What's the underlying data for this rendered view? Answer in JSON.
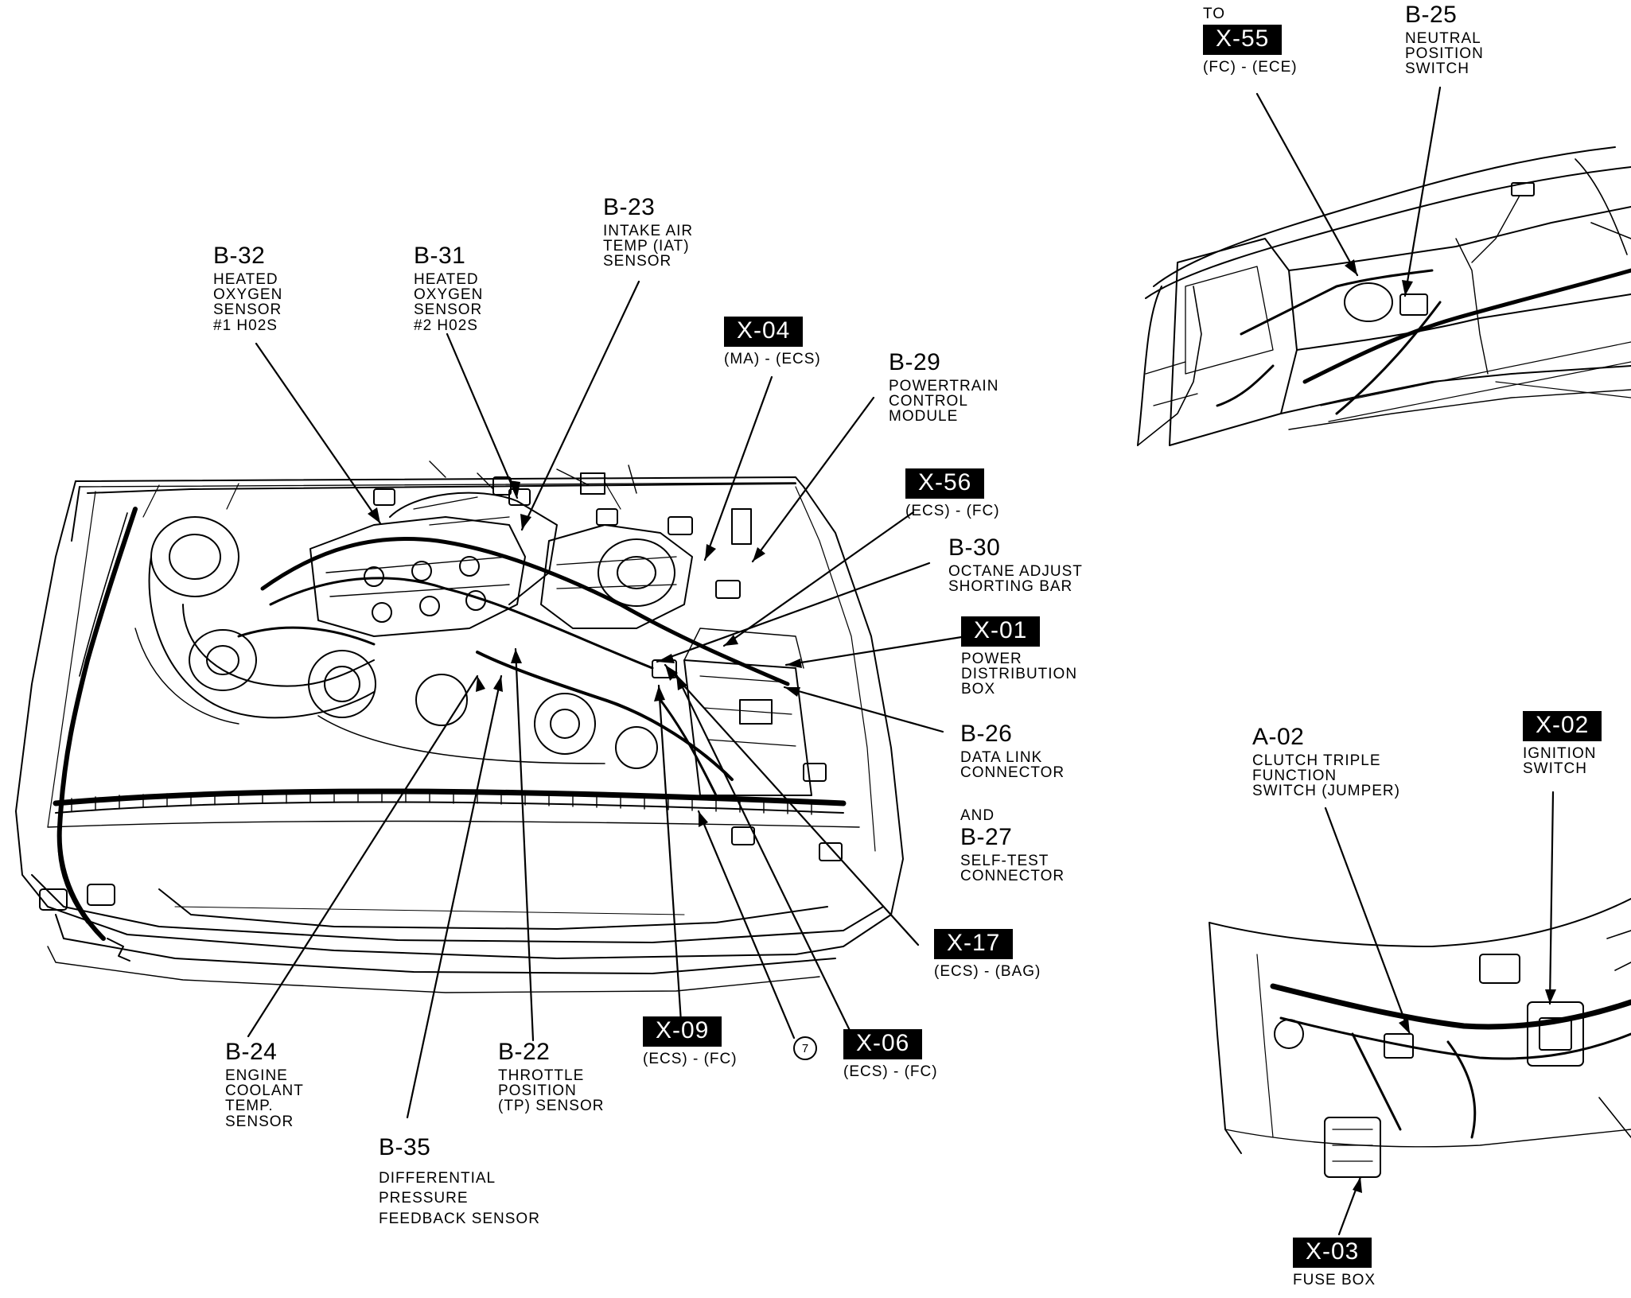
{
  "labels": {
    "b32": {
      "code": "B-32",
      "lines": [
        "HEATED",
        "OXYGEN",
        "SENSOR",
        "#1 H02S"
      ]
    },
    "b31": {
      "code": "B-31",
      "lines": [
        "HEATED",
        "OXYGEN",
        "SENSOR",
        "#2 H02S"
      ]
    },
    "b23": {
      "code": "B-23",
      "lines": [
        "INTAKE AIR",
        "TEMP (IAT)",
        "SENSOR"
      ]
    },
    "x04": {
      "code": "X-04",
      "sub": "(MA) - (ECS)"
    },
    "b29": {
      "code": "B-29",
      "lines": [
        "POWERTRAIN",
        "CONTROL",
        "MODULE"
      ]
    },
    "x56": {
      "code": "X-56",
      "sub": "(ECS) - (FC)"
    },
    "b30": {
      "code": "B-30",
      "lines": [
        "OCTANE ADJUST",
        "SHORTING BAR"
      ]
    },
    "x01": {
      "code": "X-01",
      "lines": [
        "POWER",
        "DISTRIBUTION",
        "BOX"
      ]
    },
    "b26": {
      "code": "B-26",
      "lines": [
        "DATA LINK",
        "CONNECTOR"
      ]
    },
    "and_text": "AND",
    "b27": {
      "code": "B-27",
      "lines": [
        "SELF-TEST",
        "CONNECTOR"
      ]
    },
    "x17": {
      "code": "X-17",
      "sub": "(ECS) - (BAG)"
    },
    "x06": {
      "code": "X-06",
      "sub": "(ECS) - (FC)"
    },
    "x09": {
      "code": "X-09",
      "sub": "(ECS) - (FC)"
    },
    "ground_ref": "7",
    "b22": {
      "code": "B-22",
      "lines": [
        "THROTTLE",
        "POSITION",
        "(TP) SENSOR"
      ]
    },
    "b24": {
      "code": "B-24",
      "lines": [
        "ENGINE",
        "COOLANT",
        "TEMP.",
        "SENSOR"
      ]
    },
    "b35": {
      "code": "B-35",
      "lines": [
        "DIFFERENTIAL",
        "PRESSURE",
        "FEEDBACK SENSOR"
      ]
    },
    "to_text": "TO",
    "x55": {
      "code": "X-55",
      "sub": "(FC) - (ECE)"
    },
    "b25": {
      "code": "B-25",
      "lines": [
        "NEUTRAL",
        "POSITION",
        "SWITCH"
      ]
    },
    "a02": {
      "code": "A-02",
      "lines": [
        "CLUTCH TRIPLE",
        "FUNCTION",
        "SWITCH (JUMPER)"
      ]
    },
    "x02": {
      "code": "X-02",
      "lines": [
        "IGNITION",
        "SWITCH"
      ]
    },
    "x03": {
      "code": "X-03",
      "lines": [
        "FUSE BOX"
      ]
    }
  },
  "colors": {
    "ink": "#000000",
    "paper": "#ffffff"
  }
}
